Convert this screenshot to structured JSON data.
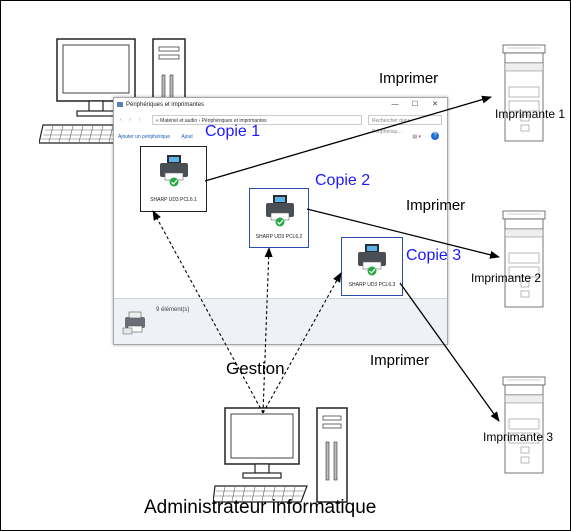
{
  "window": {
    "title": "Périphériques et imprimantes",
    "minimize": "—",
    "maximize": "☐",
    "close": "✕",
    "address_path": "« Matériel et audio › Périphériques et imprimantes",
    "search_placeholder": "Rechercher dans : Périphériqu...",
    "toolbar_add_printer": "Ajouter un périphérique",
    "toolbar_add2": "Ajout",
    "item_count": "9 élément(s)",
    "help": "?"
  },
  "devices": [
    {
      "label": "SHARP UD3 PCL6.1",
      "copy_label": "Copie 1"
    },
    {
      "label": "SHARP UD3 PCL6.2",
      "copy_label": "Copie 2"
    },
    {
      "label": "SHARP UD3 PCL6.3",
      "copy_label": "Copie 3"
    }
  ],
  "printers": [
    {
      "label": "Imprimante 1"
    },
    {
      "label": "Imprimante 2"
    },
    {
      "label": "Imprimante 3"
    }
  ],
  "print_labels": [
    "Imprimer",
    "Imprimer",
    "Imprimer"
  ],
  "management_label": "Gestion",
  "admin_label": "Administrateur informatique",
  "colors": {
    "copy_label": "#1a1aff",
    "selection_border": "#2b4fa8",
    "arrow": "#000000"
  }
}
